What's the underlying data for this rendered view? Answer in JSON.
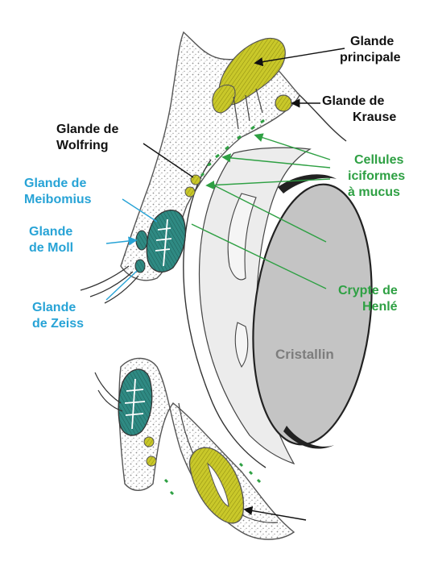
{
  "colors": {
    "black": "#111111",
    "blue": "#27a3d6",
    "green": "#2ea043",
    "gland_yellow": "#c9c82a",
    "meibomian_teal": "#2f8a83",
    "lens_gray": "#c4c4c4",
    "lens_text": "#7d7d7d",
    "tissue_light": "#e9e9e9",
    "stipple": "#9a9a9a"
  },
  "labels": {
    "glande_principale": {
      "line1": "Glande",
      "line2": "principale"
    },
    "glande_krause": {
      "line1": "Glande de",
      "line2": "Krause"
    },
    "glande_wolfring": {
      "line1": "Glande de",
      "line2": "Wolfring"
    },
    "cellules_mucus": {
      "line1": "Cellules",
      "line2": "iciformes",
      "line3": "à mucus"
    },
    "glande_meibomius": {
      "line1": "Glande de",
      "line2": "Meibomius"
    },
    "glande_moll": {
      "line1": "Glande",
      "line2": "de Moll"
    },
    "crypte_henle": {
      "line1": "Crypte de",
      "line2": "Henlé"
    },
    "glande_zeiss": {
      "line1": "Glande",
      "line2": "de Zeiss"
    },
    "cristallin": "Cristallin"
  }
}
